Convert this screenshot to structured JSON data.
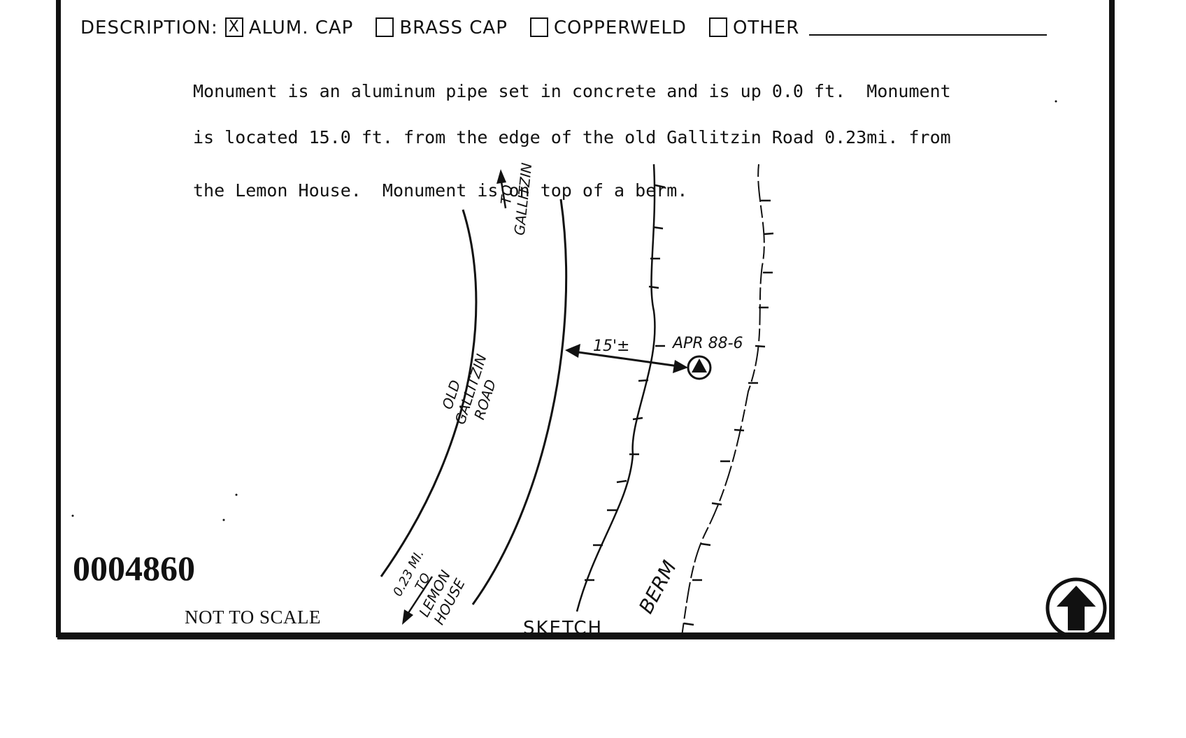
{
  "description": {
    "label": "DESCRIPTION:",
    "options": [
      {
        "label": "ALUM. CAP",
        "mark": "X"
      },
      {
        "label": "BRASS CAP",
        "mark": ""
      },
      {
        "label": "COPPERWELD",
        "mark": ""
      },
      {
        "label": "OTHER",
        "mark": ""
      }
    ]
  },
  "narrative": {
    "line1": "Monument is an aluminum pipe set in concrete and is up 0.0 ft.  Monument",
    "line2": "is located 15.0 ft. from the edge of the old Gallitzin Road 0.23mi. from",
    "line3": "the Lemon House.  Monument is on top of a berm."
  },
  "sketch": {
    "to_gallitzin_1": "TO",
    "to_gallitzin_2": "GALLITZIN",
    "road_1": "OLD",
    "road_2": "GALLITZIN",
    "road_3": "ROAD",
    "distance": "15'±",
    "station_label": "APR 88-6",
    "to_lemon_1": "0.23 MI.",
    "to_lemon_2": "TO",
    "to_lemon_3": "LEMON",
    "to_lemon_4": "HOUSE",
    "berm": "BERM",
    "north_arrow_icon": "north-arrow-icon"
  },
  "station_number": "0004860",
  "not_to_scale": "NOT TO SCALE",
  "sketch_title": "SKETCH"
}
